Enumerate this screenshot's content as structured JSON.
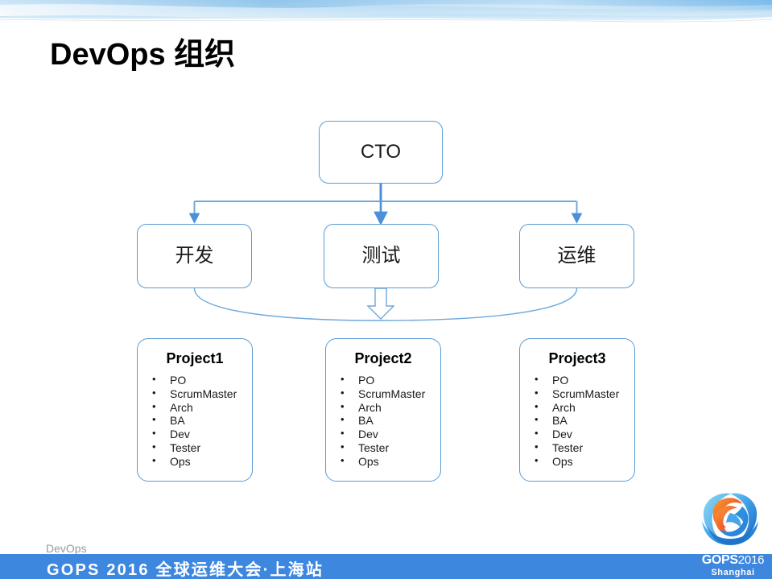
{
  "slide": {
    "title": "DevOps 组织",
    "background_color": "#ffffff",
    "accent_color": "#5B9BD5",
    "footer_bar_color": "#3E87DF"
  },
  "org_chart": {
    "root": {
      "label": "CTO"
    },
    "departments": [
      {
        "label": "开发"
      },
      {
        "label": "测试"
      },
      {
        "label": "运维"
      }
    ],
    "projects": [
      {
        "title": "Project1",
        "roles": [
          "PO",
          "ScrumMaster",
          "Arch",
          "BA",
          "Dev",
          "Tester",
          "Ops"
        ]
      },
      {
        "title": "Project2",
        "roles": [
          "PO",
          "ScrumMaster",
          "Arch",
          "BA",
          "Dev",
          "Tester",
          "Ops"
        ]
      },
      {
        "title": "Project3",
        "roles": [
          "PO",
          "ScrumMaster",
          "Arch",
          "BA",
          "Dev",
          "Tester",
          "Ops"
        ]
      }
    ]
  },
  "footer": {
    "watermark": "DevOps",
    "bar_text": "GOPS 2016 全球运维大会·上海站",
    "logo": {
      "brand": "GOPS",
      "year": "2016",
      "city": "Shanghai"
    }
  }
}
